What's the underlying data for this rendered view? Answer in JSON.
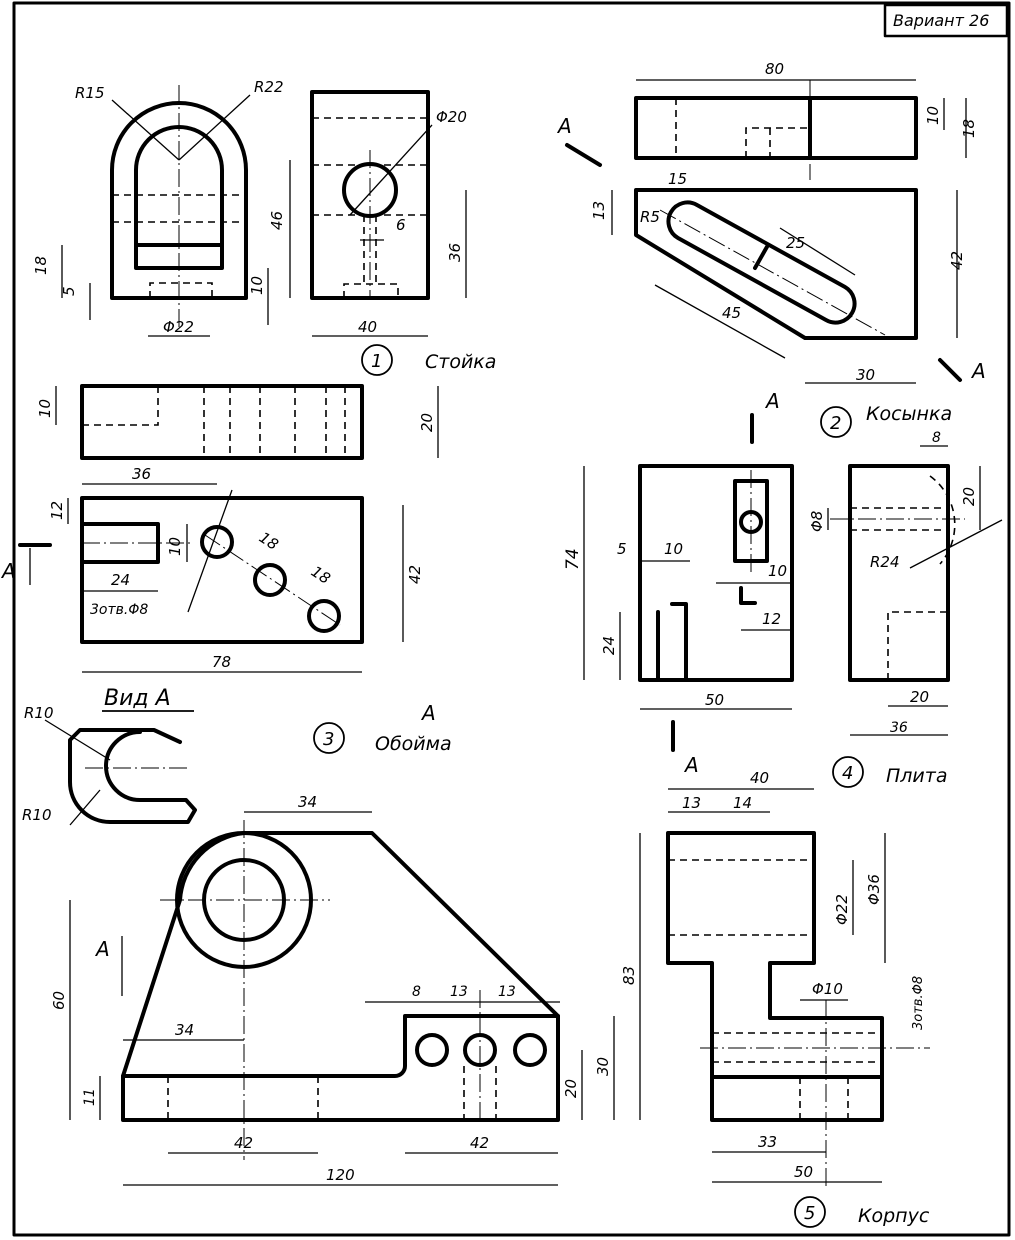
{
  "sheet": {
    "variant": "Вариант 26"
  },
  "parts": [
    {
      "number": "1",
      "name": "Стойка"
    },
    {
      "number": "2",
      "name": "Косынка"
    },
    {
      "number": "3",
      "name": "Обойма"
    },
    {
      "number": "4",
      "name": "Плита"
    },
    {
      "number": "5",
      "name": "Корпус"
    }
  ],
  "view_label": "Вид А",
  "section_letter": "А",
  "dims": {
    "p1": {
      "r15": "R15",
      "r22": "R22",
      "d20": "Φ20",
      "d22": "Φ22",
      "d46": "46",
      "d36": "36",
      "d40": "40",
      "d18": "18",
      "d5": "5",
      "d10": "10",
      "d6": "6"
    },
    "p2": {
      "d80": "80",
      "d10": "10",
      "d18": "18",
      "d15": "15",
      "d13": "13",
      "r5": "R5",
      "d25": "25",
      "d45": "45",
      "d42": "42",
      "d30": "30"
    },
    "p3": {
      "d10": "10",
      "d20": "20",
      "d36": "36",
      "d12": "12",
      "d24": "24",
      "d18a": "18",
      "d18b": "18",
      "d42": "42",
      "d78": "78",
      "holes": "3отв.Φ8",
      "r10a": "R10",
      "r10b": "R10"
    },
    "p4": {
      "d74": "74",
      "d5": "5",
      "d10a": "10",
      "d10b": "10",
      "d12": "12",
      "d24": "24",
      "d50": "50",
      "d8": "8",
      "d20": "20",
      "phi8": "Φ8",
      "r24": "R24",
      "d20b": "20",
      "d36": "36"
    },
    "p5": {
      "d34": "34",
      "d60": "60",
      "d83": "83",
      "d11": "11",
      "d34b": "34",
      "d42a": "42",
      "d42b": "42",
      "d120": "120",
      "d8": "8",
      "d13a": "13",
      "d13b": "13",
      "d20": "20",
      "d30": "30",
      "d40": "40",
      "d13c": "13",
      "d14": "14",
      "phi22": "Φ22",
      "phi36": "Φ36",
      "phi10": "Φ10",
      "holes": "3отв.Φ8",
      "d33": "33",
      "d50": "50"
    }
  }
}
